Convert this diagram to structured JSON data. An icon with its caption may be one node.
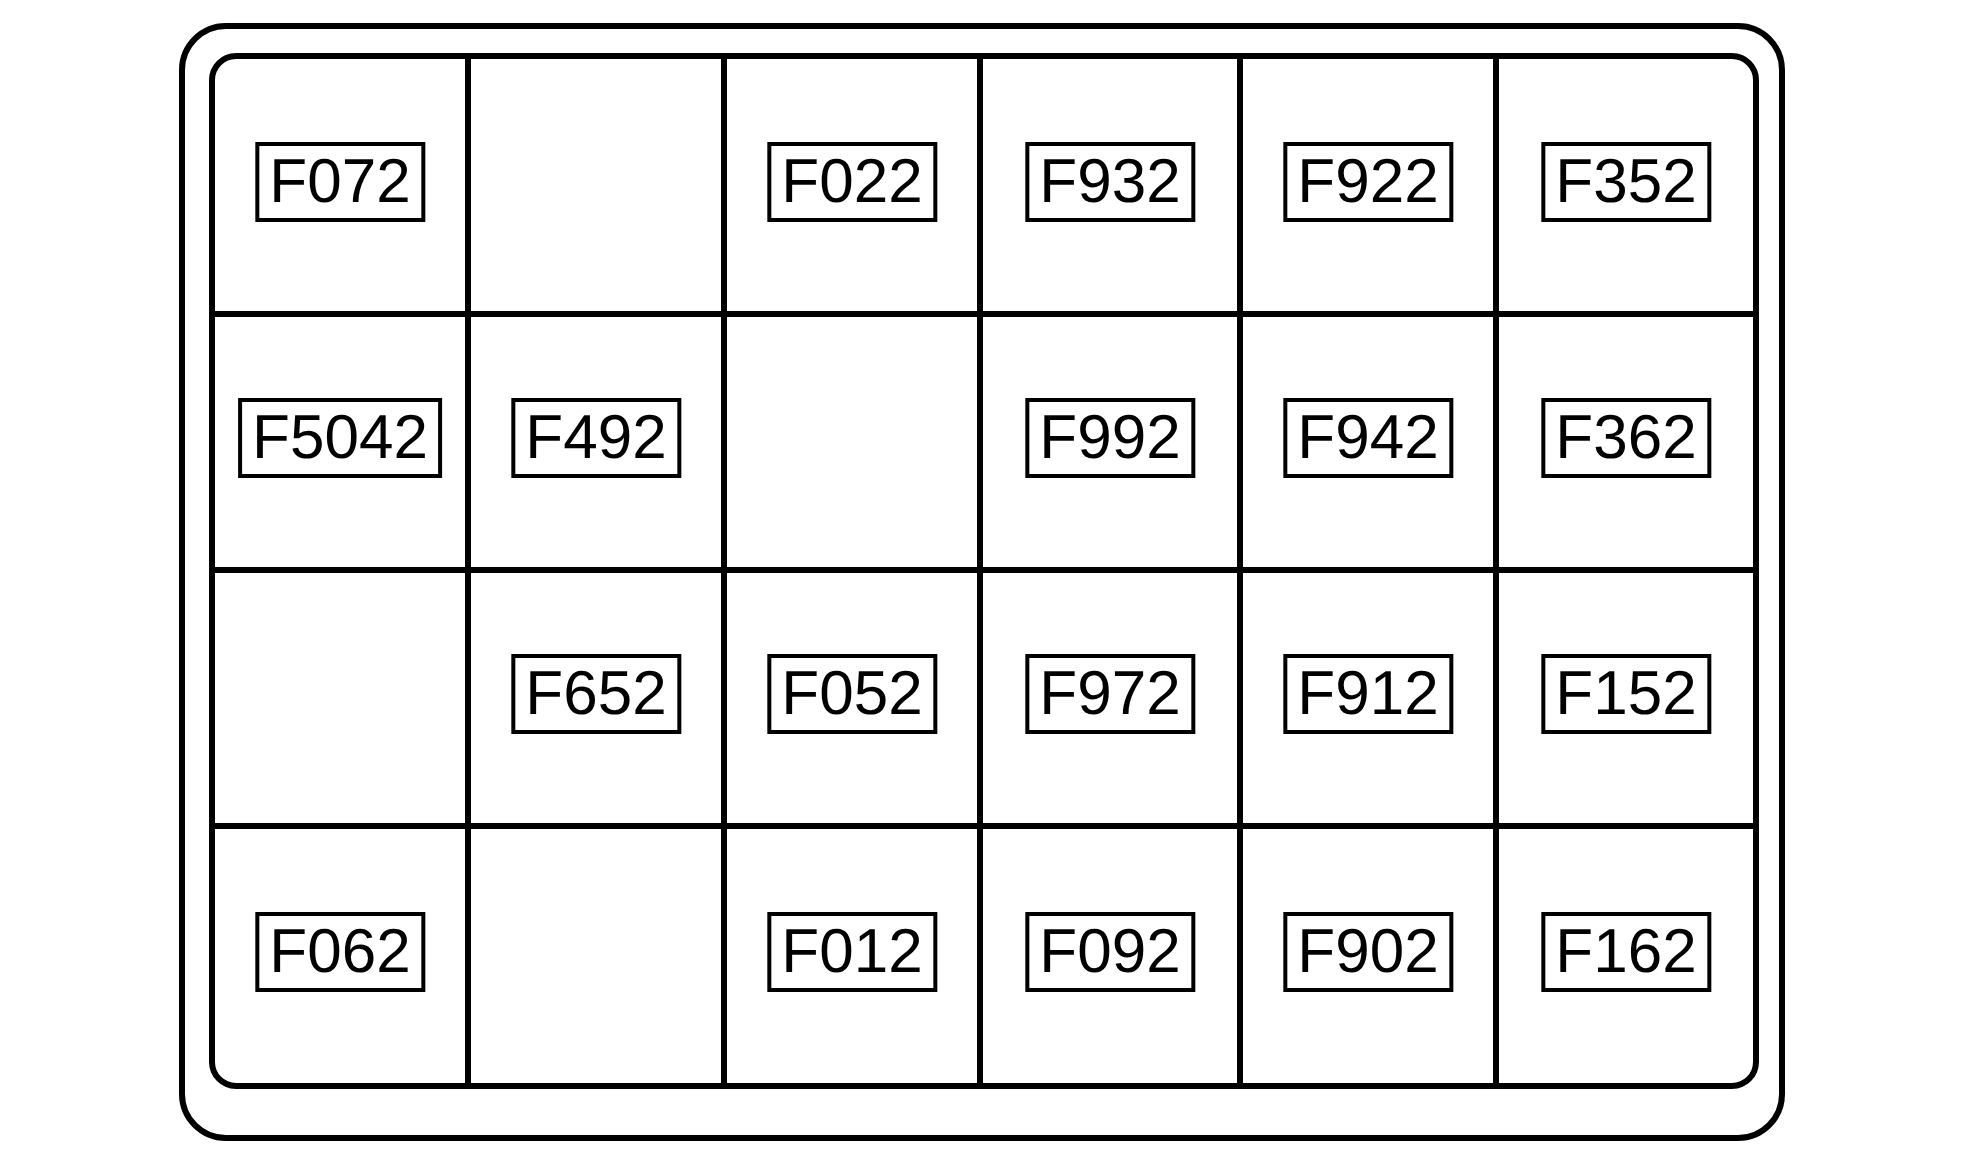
{
  "diagram": {
    "nodes": [
      {
        "text": [
          "F072"
        ]
      },
      {
        "text": [
          "F022"
        ]
      },
      {
        "text": [
          "F932"
        ]
      },
      {
        "text": [
          "F922"
        ]
      },
      {
        "text": [
          "F352"
        ]
      },
      {
        "text": [
          "F5042"
        ]
      },
      {
        "text": [
          "F492"
        ]
      },
      {
        "text": [
          "F992"
        ]
      },
      {
        "text": [
          "F942"
        ]
      },
      {
        "text": [
          "F362"
        ]
      },
      {
        "text": [
          "F652"
        ]
      },
      {
        "text": [
          "F052"
        ]
      },
      {
        "text": [
          "F972"
        ]
      },
      {
        "text": [
          "F912"
        ]
      },
      {
        "text": [
          "F152"
        ]
      },
      {
        "text": [
          "F062"
        ]
      },
      {
        "text": [
          "F012"
        ]
      },
      {
        "text": [
          "F092"
        ]
      },
      {
        "text": [
          "F902"
        ]
      },
      {
        "text": [
          "F162"
        ]
      }
    ]
  }
}
